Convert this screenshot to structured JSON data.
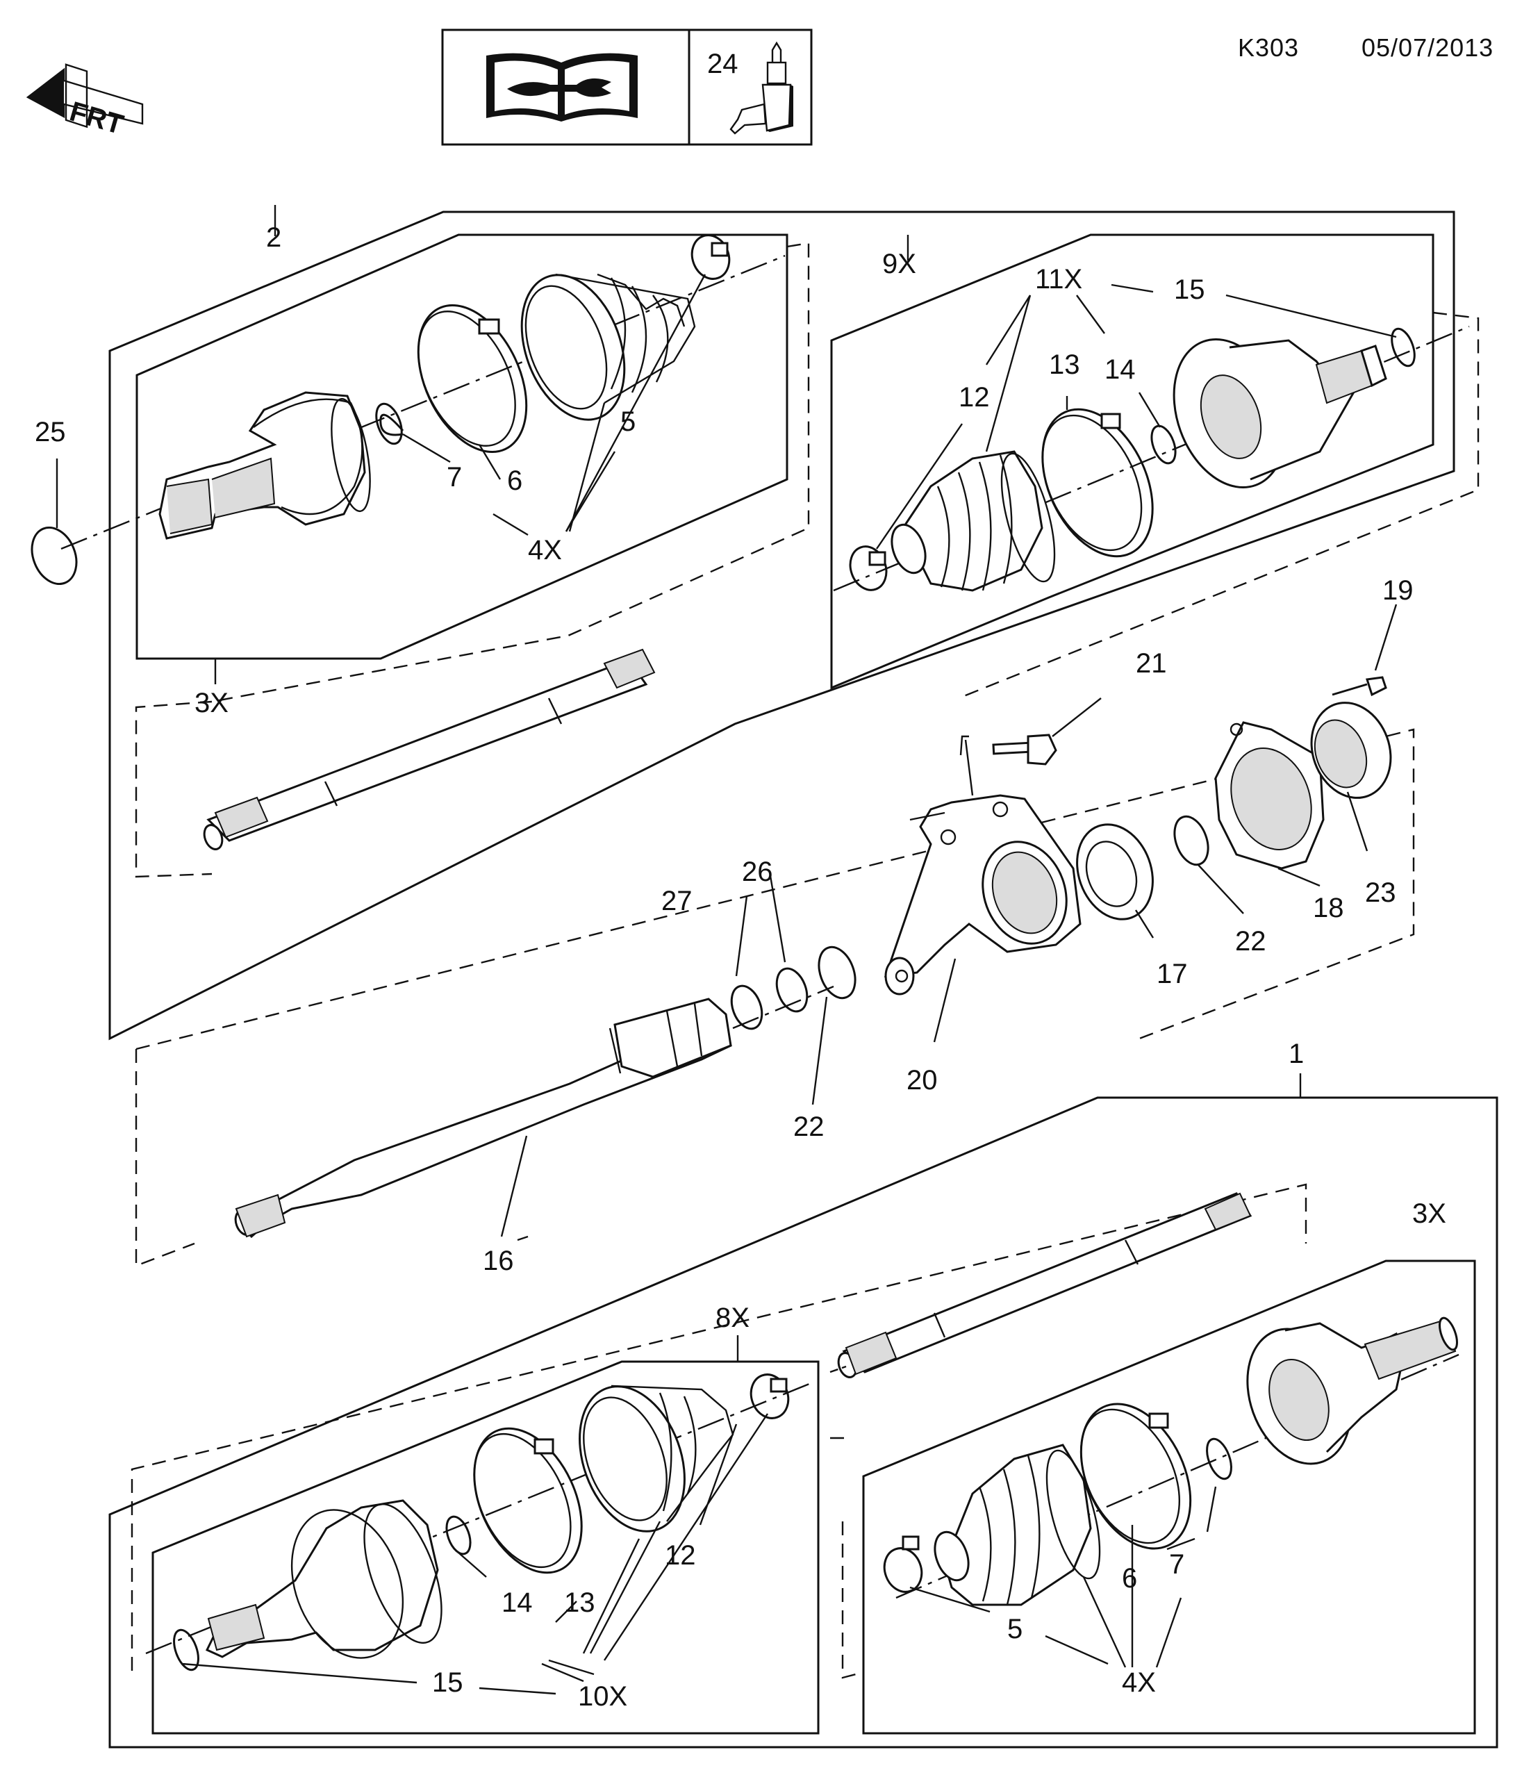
{
  "header": {
    "code": "K303",
    "date": "05/07/2013",
    "front_logo_text": "FRT",
    "legend_quantity": "24"
  },
  "icons": {
    "logo": "front-arrow-logo",
    "manual": "workshop-manual-wrench-icon",
    "lubricant": "grease-applicator-icon"
  },
  "callouts": {
    "c1": "1",
    "c2": "2",
    "c3x_top": "3X",
    "c3x_bottom": "3X",
    "c4x_top": "4X",
    "c4x_bottom": "4X",
    "c5_top": "5",
    "c5_bottom": "5",
    "c6_top": "6",
    "c6_bottom": "6",
    "c7_top": "7",
    "c7_bottom": "7",
    "c8x": "8X",
    "c9x": "9X",
    "c10x": "10X",
    "c11x": "11X",
    "c12_top": "12",
    "c12_bottom": "12",
    "c13_top": "13",
    "c13_bottom": "13",
    "c14_top": "14",
    "c14_bottom": "14",
    "c15_top": "15",
    "c15_bottom": "15",
    "c16": "16",
    "c17": "17",
    "c18": "18",
    "c19": "19",
    "c20": "20",
    "c21": "21",
    "c22_upper": "22",
    "c22_lower": "22",
    "c23": "23",
    "c25": "25",
    "c26": "26",
    "c27": "27"
  }
}
